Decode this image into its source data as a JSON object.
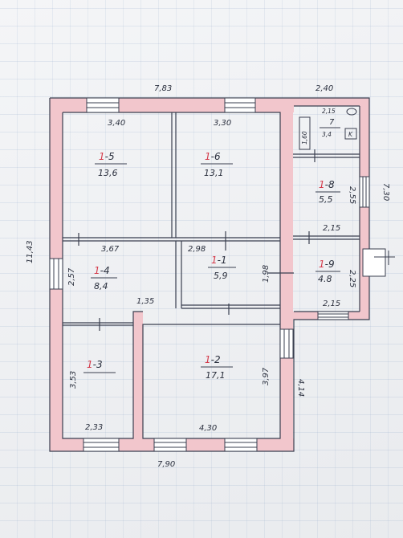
{
  "colors": {
    "wall_fill": "#f2c6cc",
    "line": "#3a3f4f",
    "red_label": "#d43a4a"
  },
  "outer_dims": {
    "top_main": "7,83",
    "top_annex": "2,40",
    "left": "11,43",
    "right_annex": "7,30",
    "right_lower": "4,14",
    "bottom": "7,90"
  },
  "rooms": {
    "r15": {
      "prefix": "1",
      "suffix": "-5",
      "area": "13,6",
      "dim_top": "3,40"
    },
    "r16": {
      "prefix": "1",
      "suffix": "-6",
      "area": "13,1",
      "dim_top": "3,30"
    },
    "r14": {
      "prefix": "1",
      "suffix": "-4",
      "area": "8,4",
      "dim_top": "3,67",
      "dim_left": "2,57"
    },
    "r11": {
      "prefix": "1",
      "suffix": "-1",
      "area": "5,9",
      "dim_top": "2,98",
      "dim_right": "1,98"
    },
    "r13": {
      "prefix": "1",
      "suffix": "-3",
      "dim_left": "3,53",
      "dim_bottom": "2,33"
    },
    "r12": {
      "prefix": "1",
      "suffix": "-2",
      "area": "17,1",
      "dim_right": "3,97",
      "dim_bottom": "4,30",
      "dim_corridor": "1,35"
    },
    "r18": {
      "prefix": "1",
      "suffix": "-8",
      "area": "5,5",
      "dim_right": "2,55",
      "dim_bottom": "2,15"
    },
    "r19": {
      "prefix": "1",
      "suffix": "-9",
      "area": "4.8",
      "dim_right": "2,25",
      "dim_bottom": "2,15"
    },
    "r7": {
      "number": "7",
      "area": "3,4",
      "dim_top": "2,15",
      "side": "1,60",
      "k": "K"
    }
  }
}
